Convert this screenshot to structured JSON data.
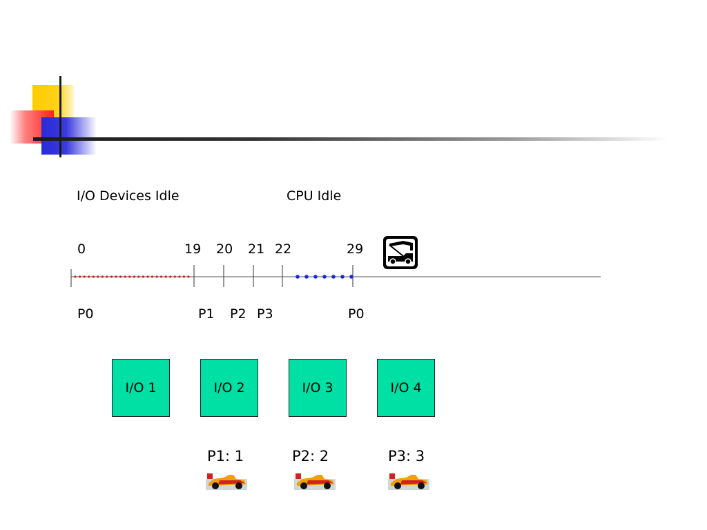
{
  "idle_labels": {
    "io": "I/O Devices Idle",
    "cpu": "CPU Idle"
  },
  "timeline": {
    "ticks": [
      {
        "time": "0",
        "process": "P0"
      },
      {
        "time": "19",
        "process": "P1"
      },
      {
        "time": "20",
        "process": "P2"
      },
      {
        "time": "21",
        "process": "P3"
      },
      {
        "time": "22",
        "process": ""
      },
      {
        "time": "29",
        "process": "P0"
      }
    ]
  },
  "io_devices": [
    "I/O 1",
    "I/O 2",
    "I/O 3",
    "I/O 4"
  ],
  "queue": [
    "P1: 1",
    "P2: 2",
    "P3: 3"
  ],
  "icons": {
    "tow_truck": "tow-truck-icon",
    "race_car": "race-car-icon"
  },
  "colors": {
    "io_box": "#00e0a5",
    "io_idle_dots": "#d81b1b",
    "cpu_idle_dots": "#1a2ae0"
  }
}
